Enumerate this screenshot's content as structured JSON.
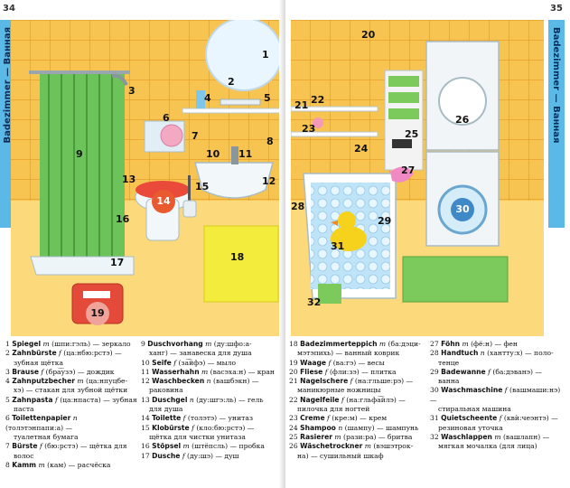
{
  "left_page": {
    "page_number": "34",
    "section_tab": "Badezimmer — Ванная",
    "labels": [
      "1",
      "2",
      "3",
      "4",
      "5",
      "6",
      "7",
      "8",
      "9",
      "10",
      "11",
      "12",
      "13",
      "14",
      "15",
      "16",
      "17",
      "18",
      "19"
    ]
  },
  "right_page": {
    "page_number": "35",
    "section_tab": "Badezimmer — Ванная",
    "labels": [
      "20",
      "21",
      "22",
      "23",
      "24",
      "25",
      "26",
      "27",
      "28",
      "29",
      "30",
      "31",
      "32"
    ]
  },
  "vocab": {
    "left_col1": [
      {
        "n": "1",
        "w": "Spiegel",
        "g": "m",
        "t": "(шпи:гэль) — зеркало"
      },
      {
        "n": "2",
        "w": "Zahnbürste",
        "g": "f",
        "t": "(ца:нбю:рстэ) —",
        "c": "зубная щётка"
      },
      {
        "n": "3",
        "w": "Brause",
        "g": "f",
        "t": "(бра͡узэ) — дождик"
      },
      {
        "n": "4",
        "w": "Zahnputzbecher",
        "g": "m",
        "t": "(ца:нпуцбе-",
        "c": "хэ) — стакан для зубной щётки"
      },
      {
        "n": "5",
        "w": "Zahnpasta",
        "g": "f",
        "t": "(ца:нпаста) — зубная",
        "c": "паста"
      },
      {
        "n": "6",
        "w": "Toilettenpapier",
        "g": "n",
        "t": "(толэтэнпапи:а) —",
        "c": "туалетная бумага"
      },
      {
        "n": "7",
        "w": "Bürste",
        "g": "f",
        "t": "(бю:рстэ) — щётка для",
        "c": "волос"
      },
      {
        "n": "8",
        "w": "Kamm",
        "g": "m",
        "t": "(кам) — расчёска"
      }
    ],
    "left_col2": [
      {
        "n": "9",
        "w": "Duschvorhang",
        "g": "m",
        "t": "(ду:шфо:а-",
        "c": "ханг) — занавеска для душа"
      },
      {
        "n": "10",
        "w": "Seife",
        "g": "f",
        "t": "(за͡йфэ) — мыло"
      },
      {
        "n": "11",
        "w": "Wasserhahn",
        "g": "m",
        "t": "(васэха:н) — кран"
      },
      {
        "n": "12",
        "w": "Waschbecken",
        "g": "n",
        "t": "(вашбэкн) —",
        "c": "раковина"
      },
      {
        "n": "13",
        "w": "Duschgel",
        "g": "n",
        "t": "(ду:шгэ:ль) — гель",
        "c": "для душа"
      },
      {
        "n": "14",
        "w": "Toilette",
        "g": "f",
        "t": "(толэтэ) — унитаз"
      },
      {
        "n": "15",
        "w": "Klobürste",
        "g": "f",
        "t": "(кло:бю:рстэ) —",
        "c": "щётка для чистки унитаза"
      },
      {
        "n": "16",
        "w": "Stöpsel",
        "g": "m",
        "t": "(штёпсль) — пробка"
      },
      {
        "n": "17",
        "w": "Dusche",
        "g": "f",
        "t": "(ду:шэ) — душ"
      }
    ],
    "right_col1": [
      {
        "n": "18",
        "w": "Badezimmerteppich",
        "g": "m",
        "t": "(ба:дэци-",
        "c": "мэтэпихь) — ванный коврик"
      },
      {
        "n": "19",
        "w": "Waage",
        "g": "f",
        "t": "(ва:гэ) — весы"
      },
      {
        "n": "20",
        "w": "Fliese",
        "g": "f",
        "t": "(фли:зэ) — плитка"
      },
      {
        "n": "21",
        "w": "Nagelschere",
        "g": "f",
        "t": "(на:гльше:рэ) —",
        "c": "маникюрные ножницы"
      },
      {
        "n": "22",
        "w": "Nagelfeile",
        "g": "f",
        "t": "(на:гльфа͡йлэ) —",
        "c": "пилочка для ногтей"
      },
      {
        "n": "23",
        "w": "Creme",
        "g": "f",
        "t": "(кре:м) — крем"
      },
      {
        "n": "24",
        "w": "Shampoo",
        "g": "n",
        "t": "(шампу) — шампунь"
      },
      {
        "n": "25",
        "w": "Rasierer",
        "g": "m",
        "t": "(рази:ра) — бритва"
      },
      {
        "n": "26",
        "w": "Wäschetrockner",
        "g": "m",
        "t": "(вэшэтрок-",
        "c": "на) — сушильный шкаф"
      }
    ],
    "right_col2": [
      {
        "n": "27",
        "w": "Föhn",
        "g": "m",
        "t": "(фё:н) — фен"
      },
      {
        "n": "28",
        "w": "Handtuch",
        "g": "n",
        "t": "(хантту:х) — поло-",
        "c": "тенце"
      },
      {
        "n": "29",
        "w": "Badewanne",
        "g": "f",
        "t": "(ба:дэванэ) —",
        "c": "ванна"
      },
      {
        "n": "30",
        "w": "Waschmaschine",
        "g": "f",
        "t": "(вашмаши:нэ) —",
        "c": "стиральная машина"
      },
      {
        "n": "31",
        "w": "Quietscheente",
        "g": "f",
        "t": "(квѝ:чеэнтэ) —",
        "c": "резиновая уточка"
      },
      {
        "n": "32",
        "w": "Waschlappen",
        "g": "m",
        "t": "(вашлапн) —",
        "c": "мягкая мочалка (для лица)"
      }
    ]
  }
}
